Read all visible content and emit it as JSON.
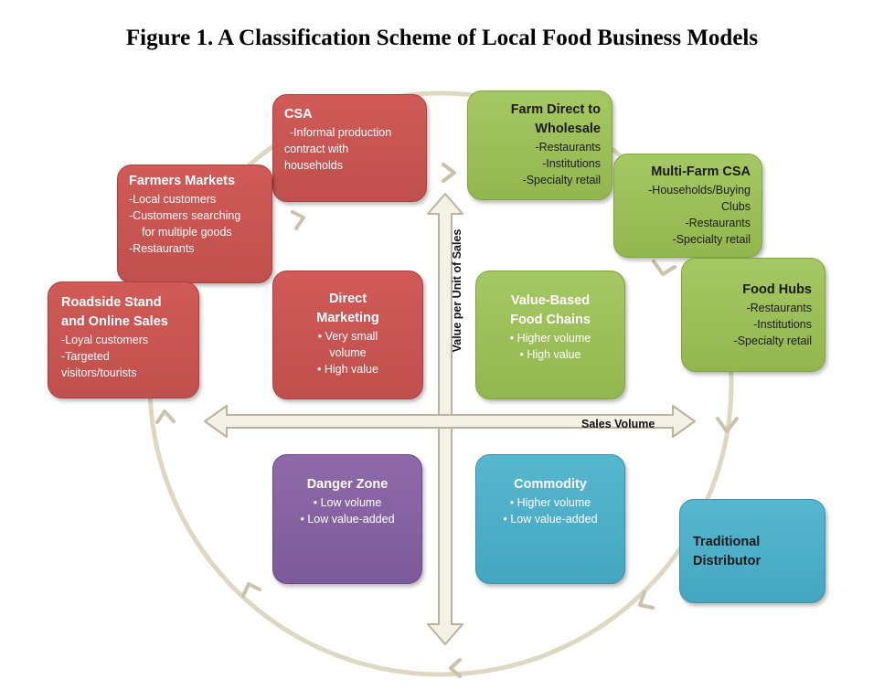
{
  "title": "Figure 1.  A Classification Scheme of Local Food Business Models",
  "axes": {
    "x_label": "Sales Volume",
    "y_label": "Value per Unit of Sales"
  },
  "colors": {
    "red": "#c0504d",
    "green": "#9bbb59",
    "purple": "#8064a2",
    "blue": "#4bacc6",
    "arrow_fill": "#f4f1e6",
    "arrow_stroke": "#b9b39a",
    "cycle": "#ddd8c2"
  },
  "boxes": {
    "csa": {
      "title": "CSA",
      "lines": [
        "-Informal production",
        "contract with",
        "households"
      ]
    },
    "farmers_markets": {
      "title": "Farmers Markets",
      "lines": [
        "-Local customers",
        "-Customers searching",
        "for multiple goods",
        "-Restaurants"
      ]
    },
    "roadside": {
      "title_lines": [
        "Roadside Stand",
        "and Online Sales"
      ],
      "lines": [
        "-Loyal customers",
        "-Targeted",
        "visitors/tourists"
      ]
    },
    "farm_direct": {
      "title_lines": [
        "Farm Direct to",
        "Wholesale"
      ],
      "lines": [
        "-Restaurants",
        "-Institutions",
        "-Specialty retail"
      ]
    },
    "multi_farm": {
      "title": "Multi-Farm CSA",
      "lines": [
        "-Households/Buying",
        "Clubs",
        "-Restaurants",
        "-Specialty retail"
      ]
    },
    "food_hubs": {
      "title": "Food Hubs",
      "lines": [
        "-Restaurants",
        "-Institutions",
        "-Specialty retail"
      ]
    },
    "traditional": {
      "title_lines": [
        "Traditional",
        "Distributor"
      ]
    },
    "direct_marketing": {
      "title_lines": [
        "Direct",
        "Marketing"
      ],
      "lines": [
        "• Very small",
        "volume",
        "• High value"
      ]
    },
    "value_based": {
      "title_lines": [
        "Value-Based",
        "Food Chains"
      ],
      "lines": [
        "• Higher volume",
        "• High value"
      ]
    },
    "danger_zone": {
      "title": "Danger Zone",
      "lines": [
        "• Low volume",
        "• Low value-added"
      ]
    },
    "commodity": {
      "title": "Commodity",
      "lines": [
        "• Higher volume",
        "• Low value-added"
      ]
    }
  }
}
